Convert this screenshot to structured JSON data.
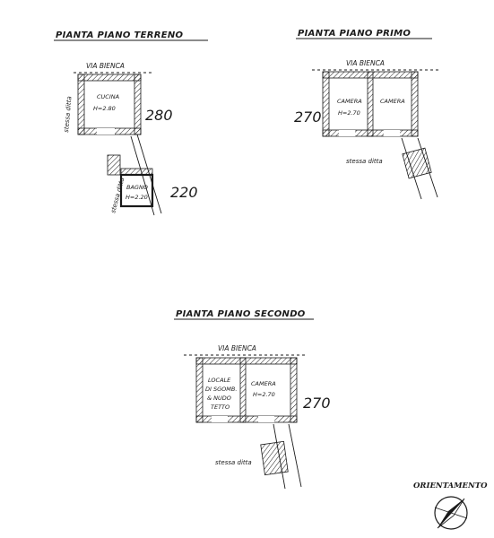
{
  "plans": {
    "ground": {
      "title": "PIANTA PIANO TERRENO",
      "street": "VIA BIENCA",
      "side_label": "stessa ditta",
      "side_label_2": "stessa ditta",
      "room_kitchen": "CUCINA",
      "room_kitchen_h": "H=2.80",
      "room_bath": "BAGNO",
      "room_bath_h": "H=2.20",
      "height_1": "280",
      "height_2": "220"
    },
    "first": {
      "title": "PIANTA PIANO PRIMO",
      "street": "VIA BIENCA",
      "side_label": "stessa ditta",
      "room_1": "CAMERA",
      "room_1_h": "H=2.70",
      "room_2": "CAMERA",
      "height": "270"
    },
    "second": {
      "title": "PIANTA PIANO SECONDO",
      "street": "VIA BIENCA",
      "side_label": "stessa ditta",
      "room_1_l1": "LOCALE",
      "room_1_l2": "DI SGOMB.",
      "room_1_l3": "& NUDO",
      "room_1_l4": "TETTO",
      "room_2": "CAMERA",
      "room_2_h": "H=2.70",
      "height": "270"
    }
  },
  "orientation": {
    "label": "ORIENTAMENTO",
    "icon": "compass-rose-icon"
  }
}
